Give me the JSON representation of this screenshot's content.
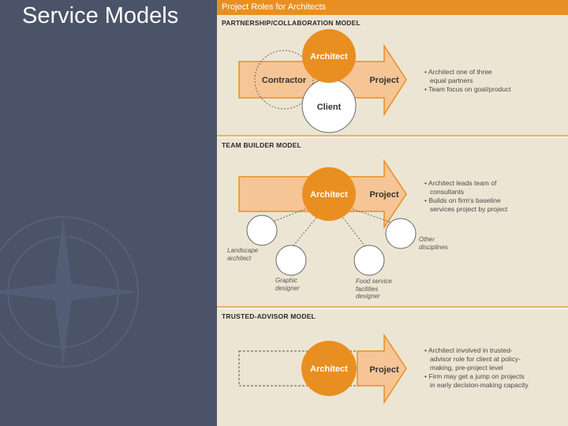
{
  "slide": {
    "title": "Service Models"
  },
  "figure": {
    "header": "Project Roles for Architects",
    "models": [
      {
        "title": "PARTNERSHIP/COLLABORATION MODEL",
        "nodes": {
          "architect": "Architect",
          "contractor": "Contractor",
          "client": "Client",
          "project": "Project"
        },
        "bullets": [
          "• Architect one of three",
          "equal partners",
          "• Team focus on goal/product"
        ]
      },
      {
        "title": "TEAM BUILDER MODEL",
        "nodes": {
          "architect": "Architect",
          "project": "Project"
        },
        "consultants": {
          "landscape": [
            "Landscape",
            "architect"
          ],
          "graphic": [
            "Graphic",
            "designer"
          ],
          "food": [
            "Food service",
            "facilities",
            "designer"
          ],
          "other": [
            "Other",
            "disciplines"
          ]
        },
        "bullets": [
          "• Architect leads team of",
          "consultants",
          "• Builds on firm's baseline",
          "services project by project"
        ]
      },
      {
        "title": "TRUSTED-ADVISOR MODEL",
        "nodes": {
          "architect": "Architect",
          "project": "Project"
        },
        "bullets": [
          "• Architect involved in trusted-",
          "advisor role for client at policy-",
          "making, pre-project level",
          "• Firm may get a jump on projects",
          "in early decision-making capacity"
        ]
      }
    ]
  },
  "colors": {
    "orange": "#e98f21",
    "arrow_fill": "#f6c596",
    "background": "#4a5368",
    "paper": "#f3f1ea"
  }
}
